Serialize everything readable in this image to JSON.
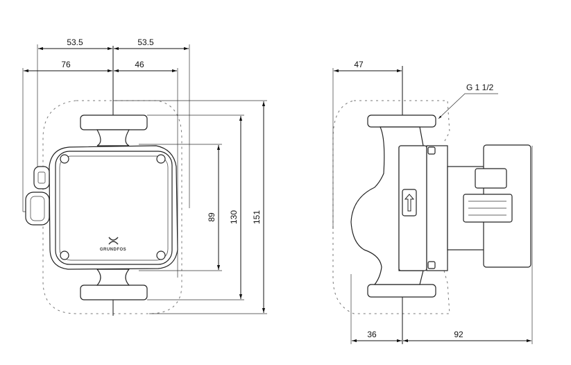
{
  "front_view": {
    "dims": {
      "top_left": "53.5",
      "top_right": "53.5",
      "left_connector": "76",
      "right_body": "46",
      "height_body": "89",
      "height_flanges": "130",
      "height_total": "151"
    },
    "logo_text": "GRUNDFOS"
  },
  "side_view": {
    "dims": {
      "top_left": "47",
      "bottom_left": "36",
      "bottom_right": "92"
    },
    "thread_label": "G 1 1/2"
  }
}
